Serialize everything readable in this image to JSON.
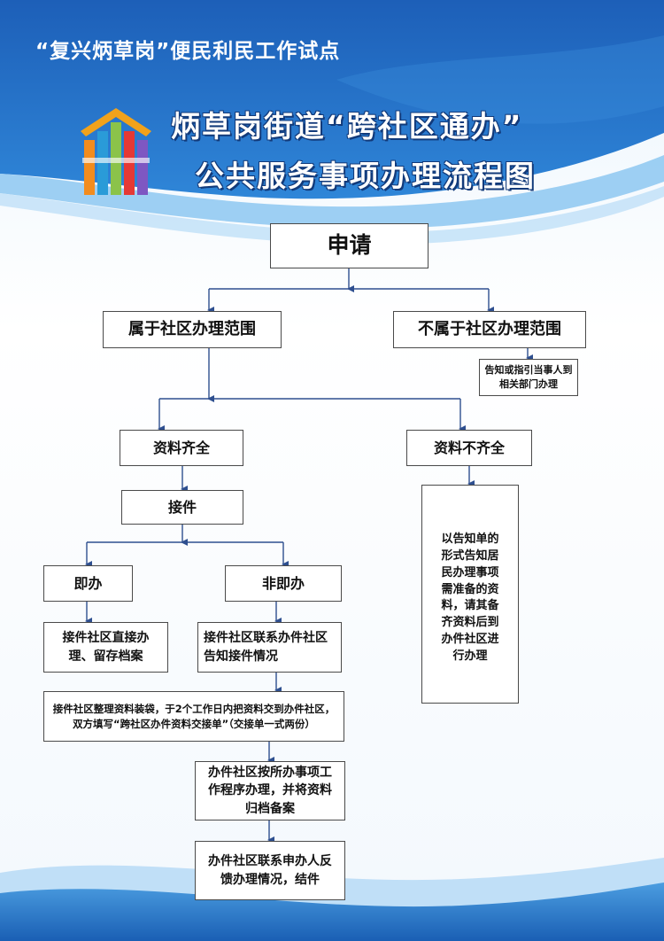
{
  "header": {
    "subtitle": "“复兴炳草岗”便民利民工作试点",
    "title_line1": "炳草岗街道“跨社区通办”",
    "title_line2": "公共服务事项办理流程图"
  },
  "flowchart": {
    "apply": "申请",
    "in_scope": "属于社区办理范围",
    "out_scope": "不属于社区办理范围",
    "inform_guide": "告知或指引当事人到相关部门办理",
    "docs_complete": "资料齐全",
    "docs_incomplete": "资料不齐全",
    "accept": "接件",
    "immediate": "即办",
    "non_immediate": "非即办",
    "direct_handle": "接件社区直接办理、留存档案",
    "contact_community": "接件社区联系办件社区告知接件情况",
    "organize_docs": "接件社区整理资料装袋，于2个工作日内把资料交到办件社区，双方填写“跨社区办件资料交接单”（交接单一式两份）",
    "process_archive": "办件社区按所办事项工作程序办理，并将资料归档备案",
    "feedback_close": "办件社区联系申办人反馈办理情况，结件",
    "notify_incomplete": "以告知单的形式告知居民办理事项需准备的资料，请其备齐资料后到办件社区进行办理"
  },
  "colors": {
    "header_blue": "#1a5fb4",
    "light_blue": "#5aa7e6",
    "arrow": "#2e4f8f",
    "box_border": "#4a4a4a"
  }
}
